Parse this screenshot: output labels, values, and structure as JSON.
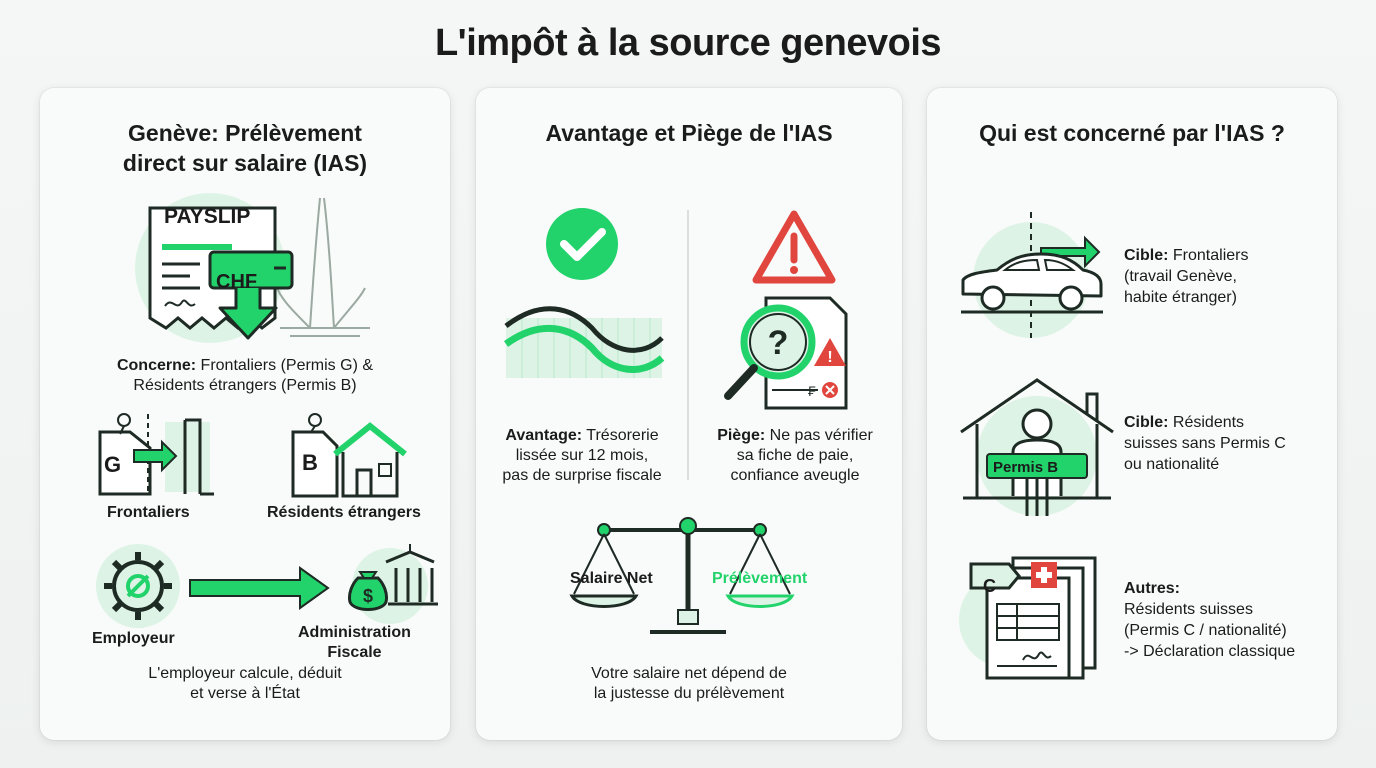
{
  "title": "L'impôt à la source genevois",
  "panel1": {
    "title_line1": "Genève: Prélèvement",
    "title_line2": "direct sur salaire (IAS)",
    "payslip_label": "PAYSLIP",
    "currency_label": "CHF",
    "concerne_label": "Concerne:",
    "concerne_line1": "Frontaliers (Permis G) &",
    "concerne_line2": "Résidents étrangers (Permis B)",
    "tag_g": "G",
    "tag_b": "B",
    "frontaliers_label": "Frontaliers",
    "residents_label": "Résidents étrangers",
    "employeur_label": "Employeur",
    "admin_line1": "Administration",
    "admin_line2": "Fiscale",
    "footer_line1": "L'employeur calcule, déduit",
    "footer_line2": "et verse à l'État"
  },
  "panel2": {
    "title": "Avantage et Piège de l'IAS",
    "avantage_label": "Avantage:",
    "avantage_line1": "Trésorerie",
    "avantage_line2": "lissée sur 12 mois,",
    "avantage_line3": "pas de surprise fiscale",
    "piege_label": "Piège:",
    "piege_line1": "Ne pas vérifier",
    "piege_line2": "sa fiche de paie,",
    "piege_line3": "confiance aveugle",
    "scale_left": "Salaire Net",
    "scale_right": "Prélèvement",
    "footer_line1": "Votre salaire net dépend de",
    "footer_line2": "la justesse du prélèvement"
  },
  "panel3": {
    "title": "Qui est concerné par l'IAS ?",
    "item1_label": "Cible:",
    "item1_line1": "Frontaliers",
    "item1_line2": "(travail Genève,",
    "item1_line3": "habite étranger)",
    "item2_label": "Cible:",
    "item2_line1": "Résidents",
    "item2_line2": "suisses sans Permis C",
    "item2_line3": "ou nationalité",
    "permis_sign": "Permis B",
    "doc_tag": "C",
    "item3_label": "Autres:",
    "item3_line1": "Résidents suisses",
    "item3_line2": "(Permis C / nationalité)",
    "item3_line3": "-> Déclaration classique"
  },
  "colors": {
    "accent_green": "#22d36b",
    "light_green": "#ddf3e5",
    "dark_stroke": "#1e2a24",
    "warning_red": "#e0463e"
  }
}
